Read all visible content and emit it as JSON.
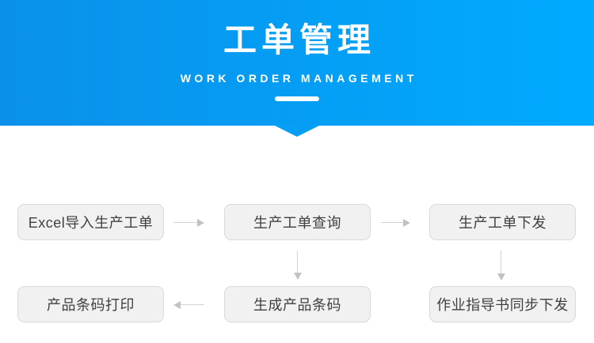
{
  "header": {
    "title": "工单管理",
    "subtitle": "WORK ORDER MANAGEMENT"
  },
  "colors": {
    "header_gradient_start": "#0a90ea",
    "header_gradient_end": "#00abff",
    "notch": "#079ef5",
    "box_bg": "#f1f1f1",
    "box_border": "#d9d9d9",
    "box_text": "#404040",
    "arrow_line": "#d2d2d2",
    "arrow_head": "#c2c2c2"
  },
  "flow": {
    "nodes": [
      {
        "id": "excel-import",
        "label": "Excel导入生产工单",
        "row": 1,
        "col": 1
      },
      {
        "id": "order-query",
        "label": "生产工单查询",
        "row": 1,
        "col": 2
      },
      {
        "id": "order-dispatch",
        "label": "生产工单下发",
        "row": 1,
        "col": 3
      },
      {
        "id": "barcode-print",
        "label": "产品条码打印",
        "row": 2,
        "col": 1
      },
      {
        "id": "barcode-generate",
        "label": "生成产品条码",
        "row": 2,
        "col": 2
      },
      {
        "id": "sop-sync",
        "label": "作业指导书同步下发",
        "row": 2,
        "col": 3
      }
    ],
    "arrows": [
      {
        "from": "excel-import",
        "to": "order-query",
        "direction": "right"
      },
      {
        "from": "order-query",
        "to": "order-dispatch",
        "direction": "right"
      },
      {
        "from": "order-query",
        "to": "barcode-generate",
        "direction": "down"
      },
      {
        "from": "order-dispatch",
        "to": "sop-sync",
        "direction": "down"
      },
      {
        "from": "barcode-generate",
        "to": "barcode-print",
        "direction": "left"
      }
    ]
  }
}
